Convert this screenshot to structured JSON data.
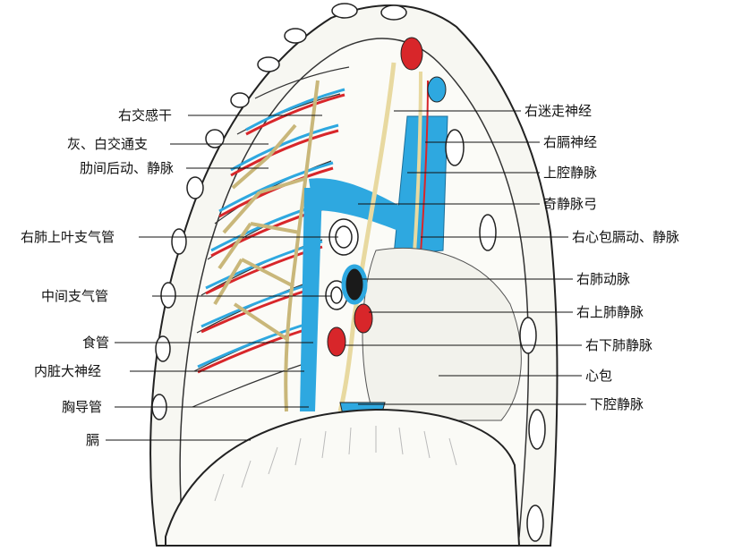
{
  "colors": {
    "artery": "#d8262a",
    "vein": "#2ea8e0",
    "nerve": "#f3e8b8",
    "outline": "#222222",
    "bone": "#fbfbf7"
  },
  "labels": {
    "left": [
      "右交感干",
      "灰、白交通支",
      "肋间后动、静脉",
      "右肺上叶支气管",
      "中间支气管",
      "食管",
      "内脏大神经",
      "胸导管",
      "膈"
    ],
    "right": [
      "右迷走神经",
      "右膈神经",
      "上腔静脉",
      "奇静脉弓",
      "右心包膈动、静脉",
      "右肺动脉",
      "右上肺静脉",
      "右下肺静脉",
      "心包",
      "下腔静脉"
    ]
  }
}
